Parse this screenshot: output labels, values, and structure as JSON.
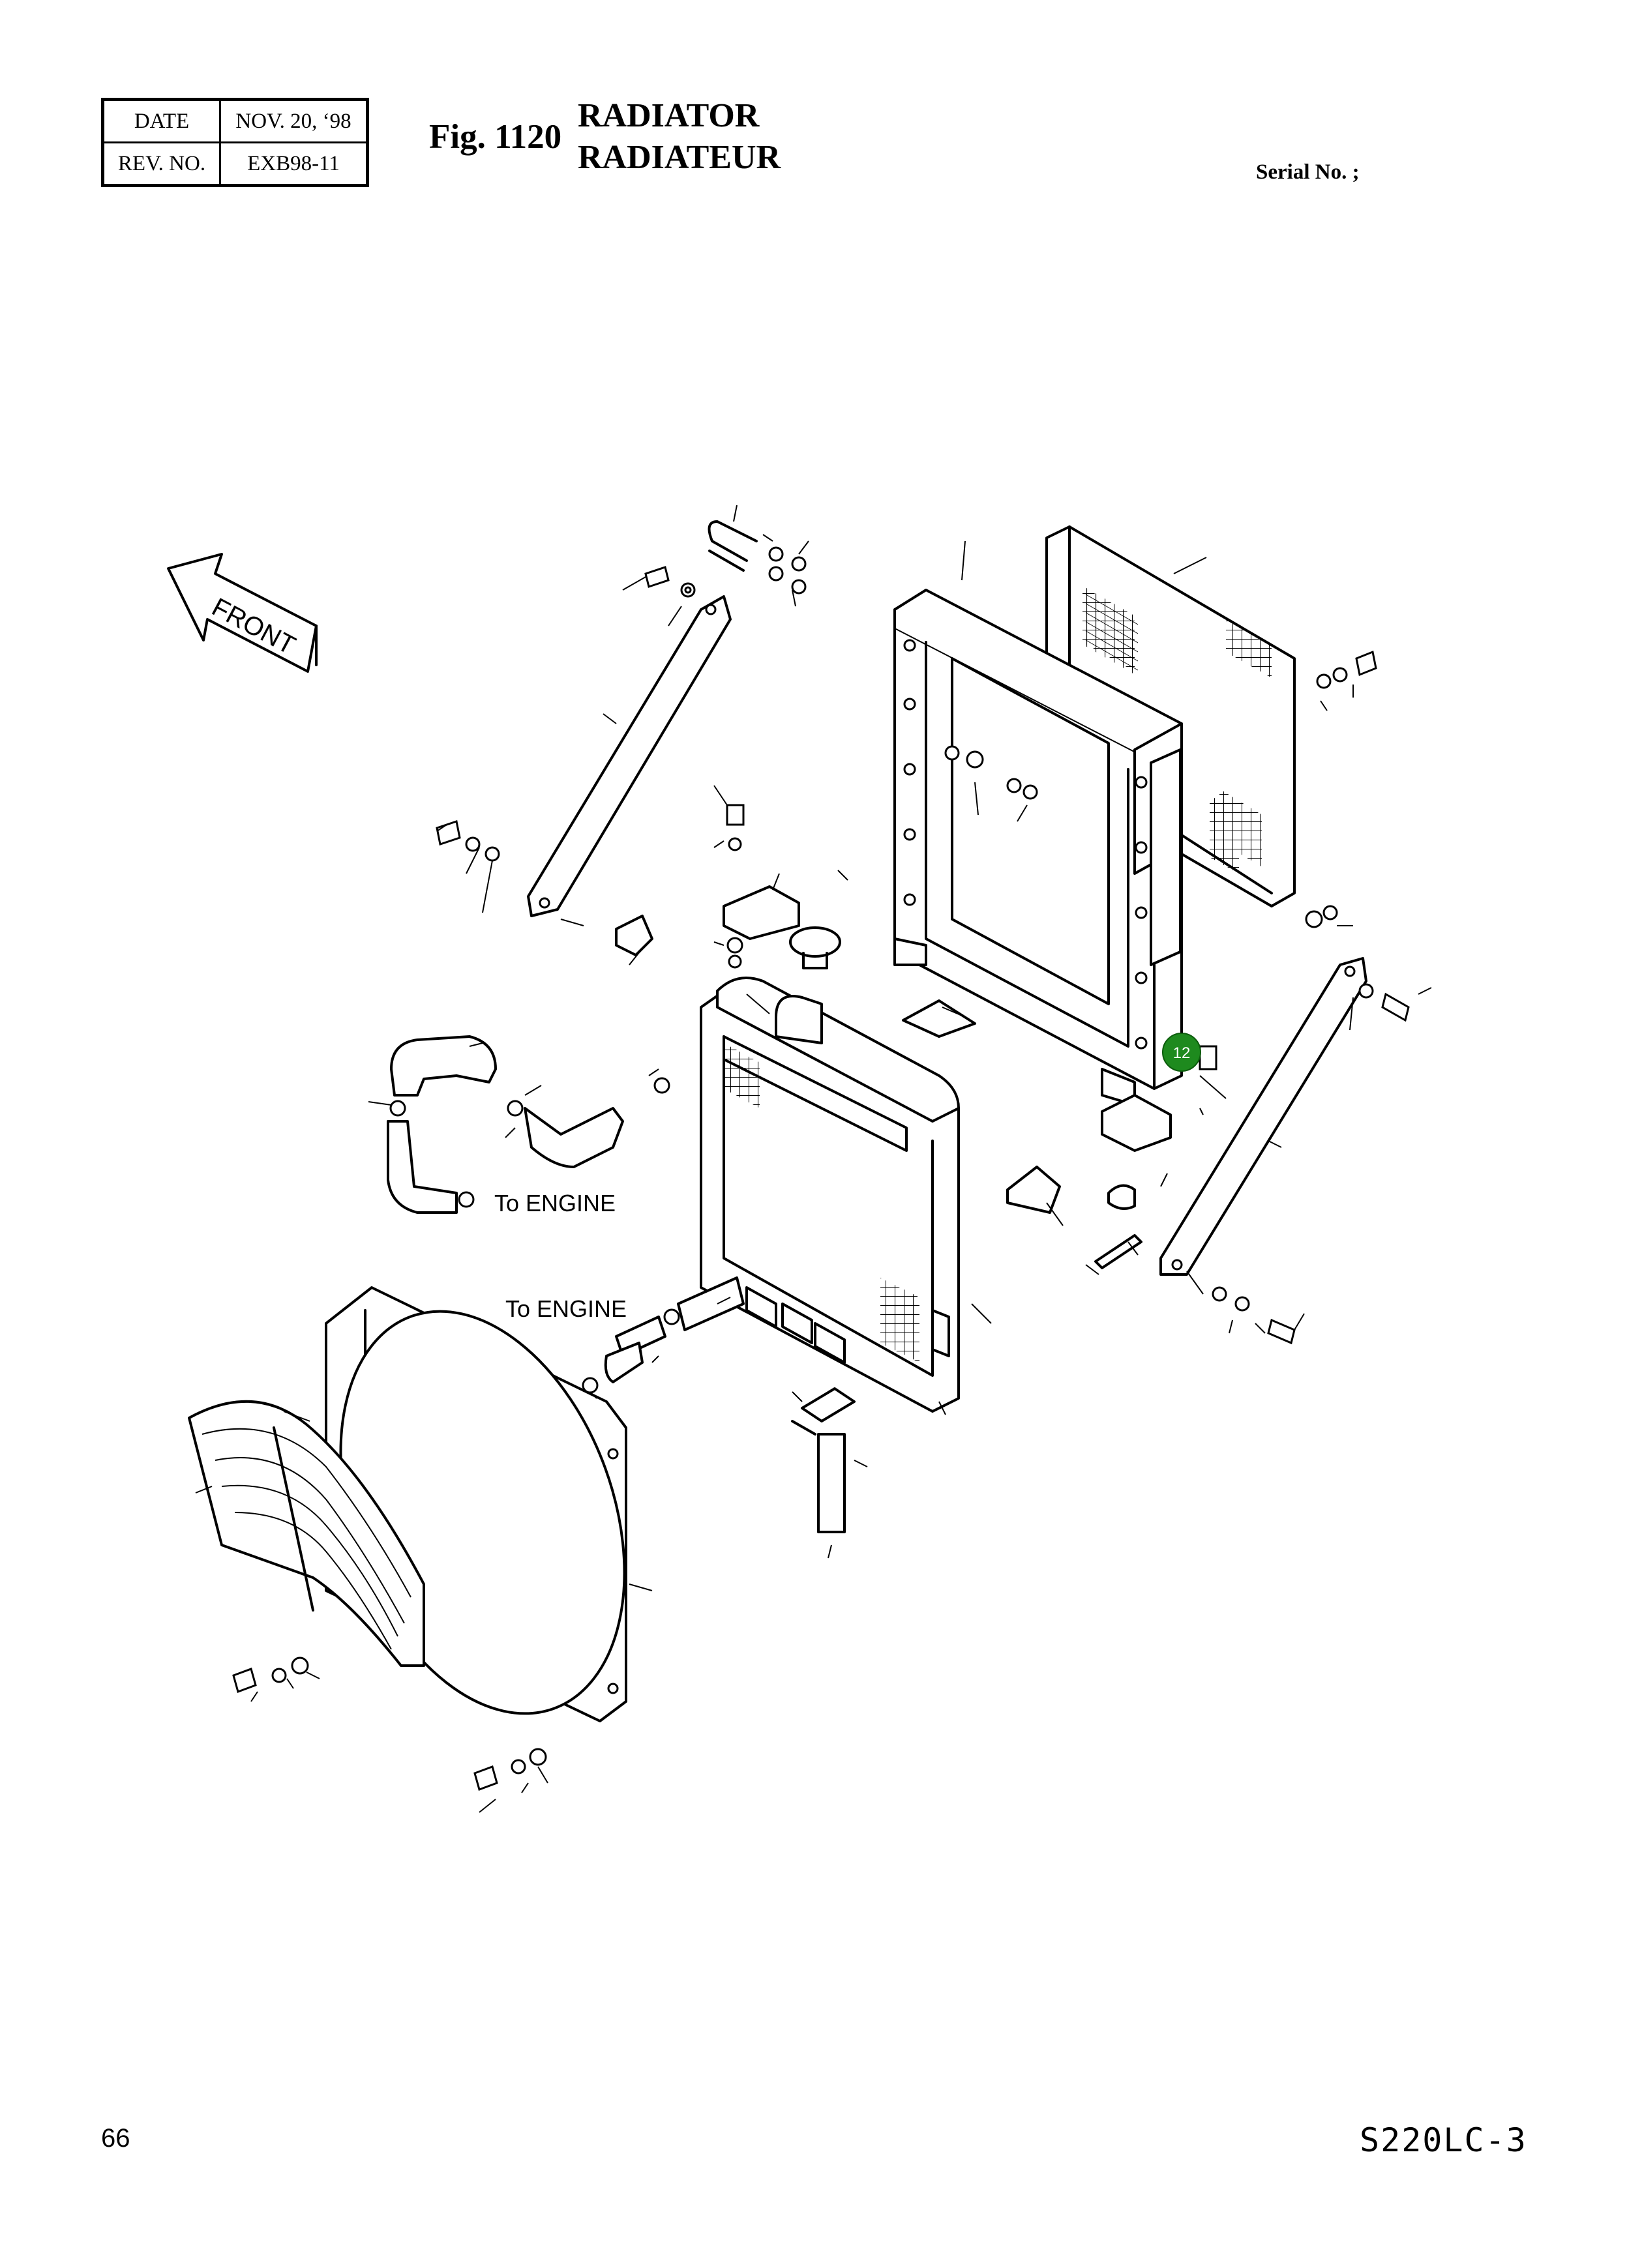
{
  "header": {
    "date_label": "DATE",
    "date_value": "NOV. 20, ‘98",
    "rev_label": "REV. NO.",
    "rev_value": "EXB98-11"
  },
  "figure": {
    "number": "Fig. 1120",
    "title_en": "RADIATOR",
    "title_fr": "RADIATEUR"
  },
  "serial_label": "Serial No. ;",
  "front_label": "FRONT",
  "annotations": {
    "to_engine_1": "To ENGINE",
    "to_engine_2": "To ENGINE"
  },
  "callout": {
    "number": "12",
    "color": "#1e8a1e"
  },
  "footer": {
    "page_number": "66",
    "model": "S220LC-3"
  }
}
